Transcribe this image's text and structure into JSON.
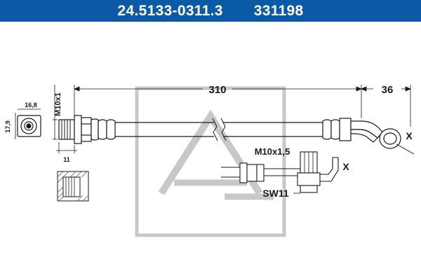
{
  "header": {
    "part_number": "24.5133-0311.3",
    "reference_number": "331198",
    "background_color": "#0b5aa6"
  },
  "dimensions": {
    "hose_length": "310",
    "end_offset": "36",
    "end_height": "17,9",
    "end_width": "16,8",
    "thread_vertical": "M10x1",
    "fitting_length": "11",
    "thread_detail": "M10x1,5",
    "wrench_size": "SW11",
    "end_marker": "X",
    "detail_marker": "X"
  },
  "colors": {
    "line": "#1a1a1a",
    "watermark": "#c8c8c8",
    "hatch": "#555555"
  },
  "watermark_icon": "ate-logo-watermark"
}
